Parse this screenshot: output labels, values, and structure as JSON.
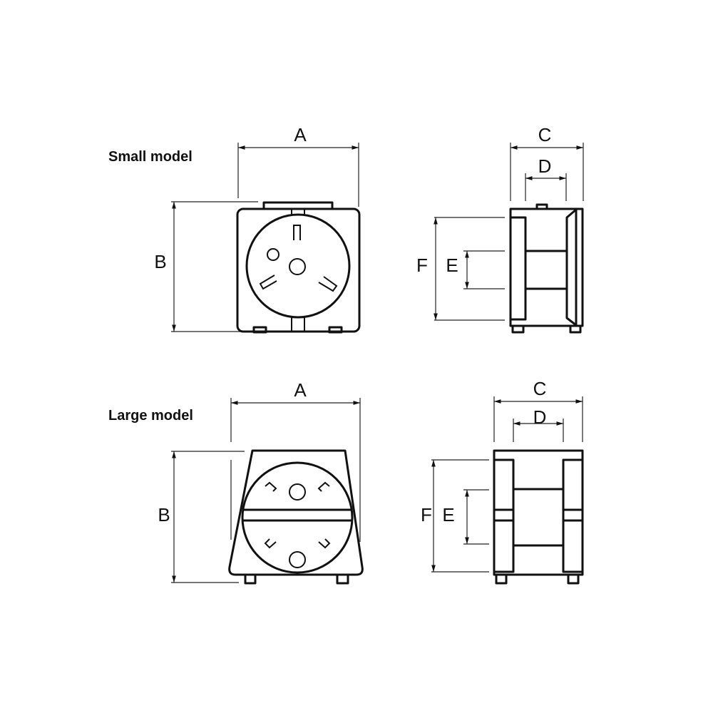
{
  "small": {
    "title": "Small model",
    "labels": {
      "a": "A",
      "b": "B",
      "c": "C",
      "d": "D",
      "e": "E",
      "f": "F"
    }
  },
  "large": {
    "title": "Large model",
    "labels": {
      "a": "A",
      "b": "B",
      "c": "C",
      "d": "D",
      "e": "E",
      "f": "F"
    }
  }
}
